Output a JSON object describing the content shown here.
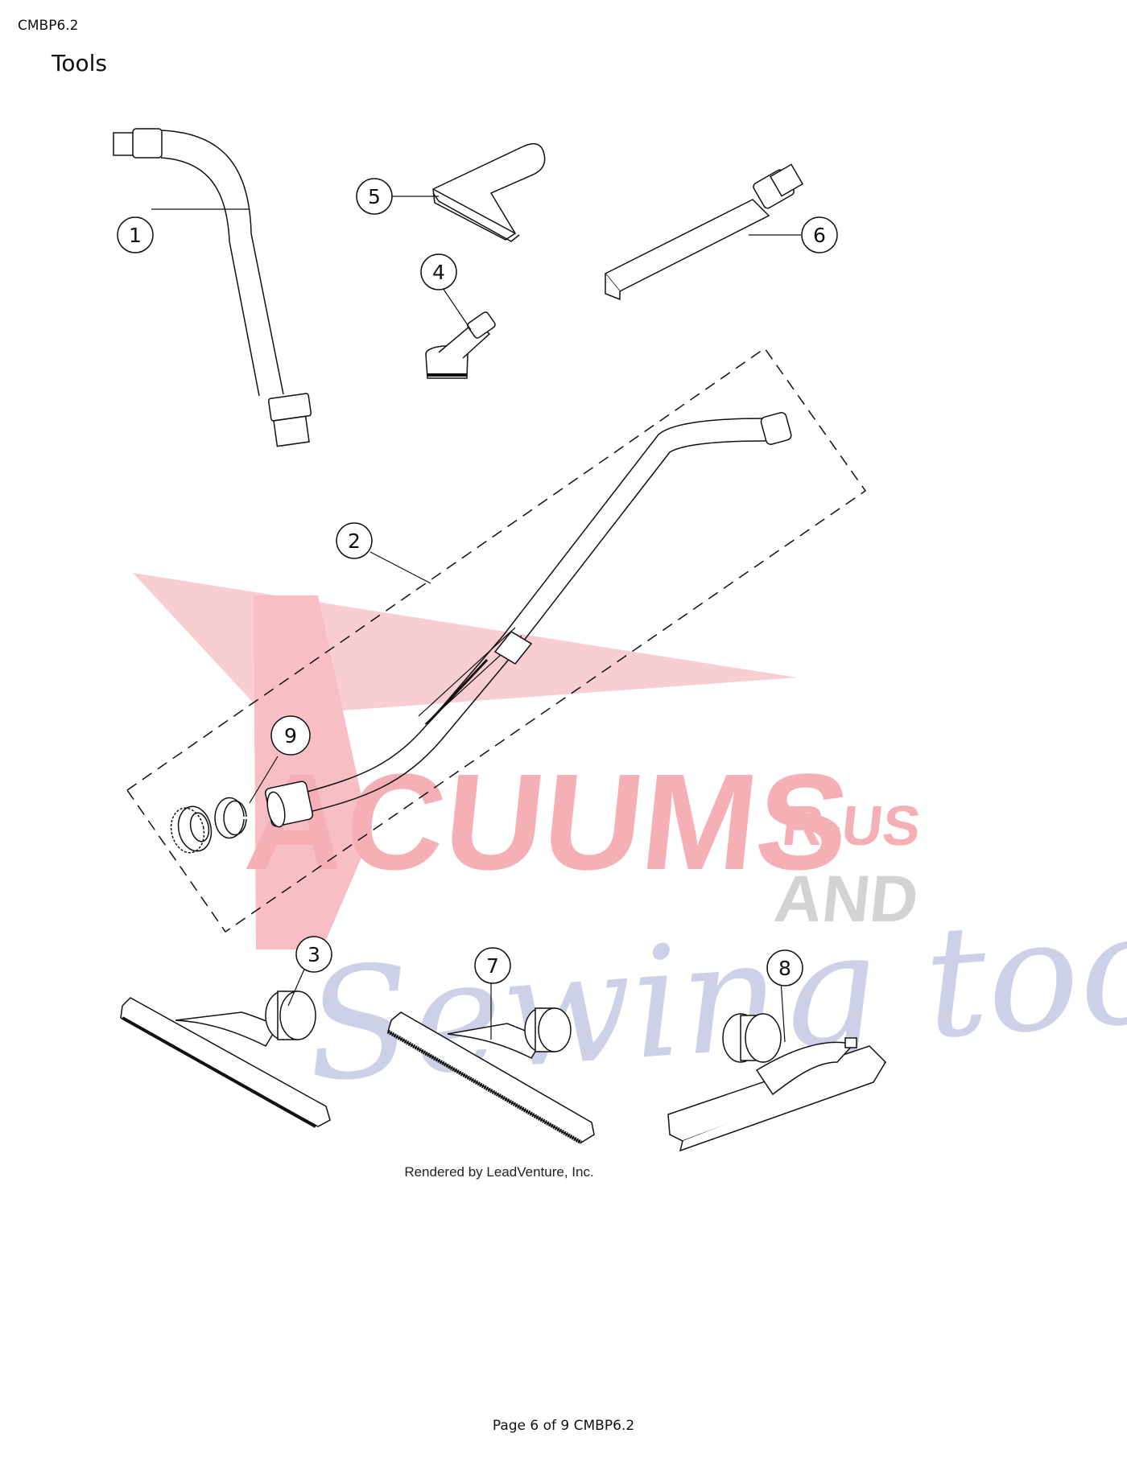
{
  "document": {
    "doc_id": "CMBP6.2",
    "title": "Tools",
    "footer": "Page 6 of 9 CMBP6.2",
    "render_credit": "Rendered by LeadVenture, Inc."
  },
  "callouts": [
    "1",
    "2",
    "3",
    "4",
    "5",
    "6",
    "7",
    "8",
    "9"
  ],
  "watermark": {
    "line1": "ACUUMS",
    "big_letter": "V",
    "tag_top": "R-US",
    "tag_mid": "AND",
    "script": "Sewing too",
    "colors": {
      "red": "#f4a7ad",
      "gray": "#cfcfcf",
      "blue": "#c7cce6"
    }
  }
}
